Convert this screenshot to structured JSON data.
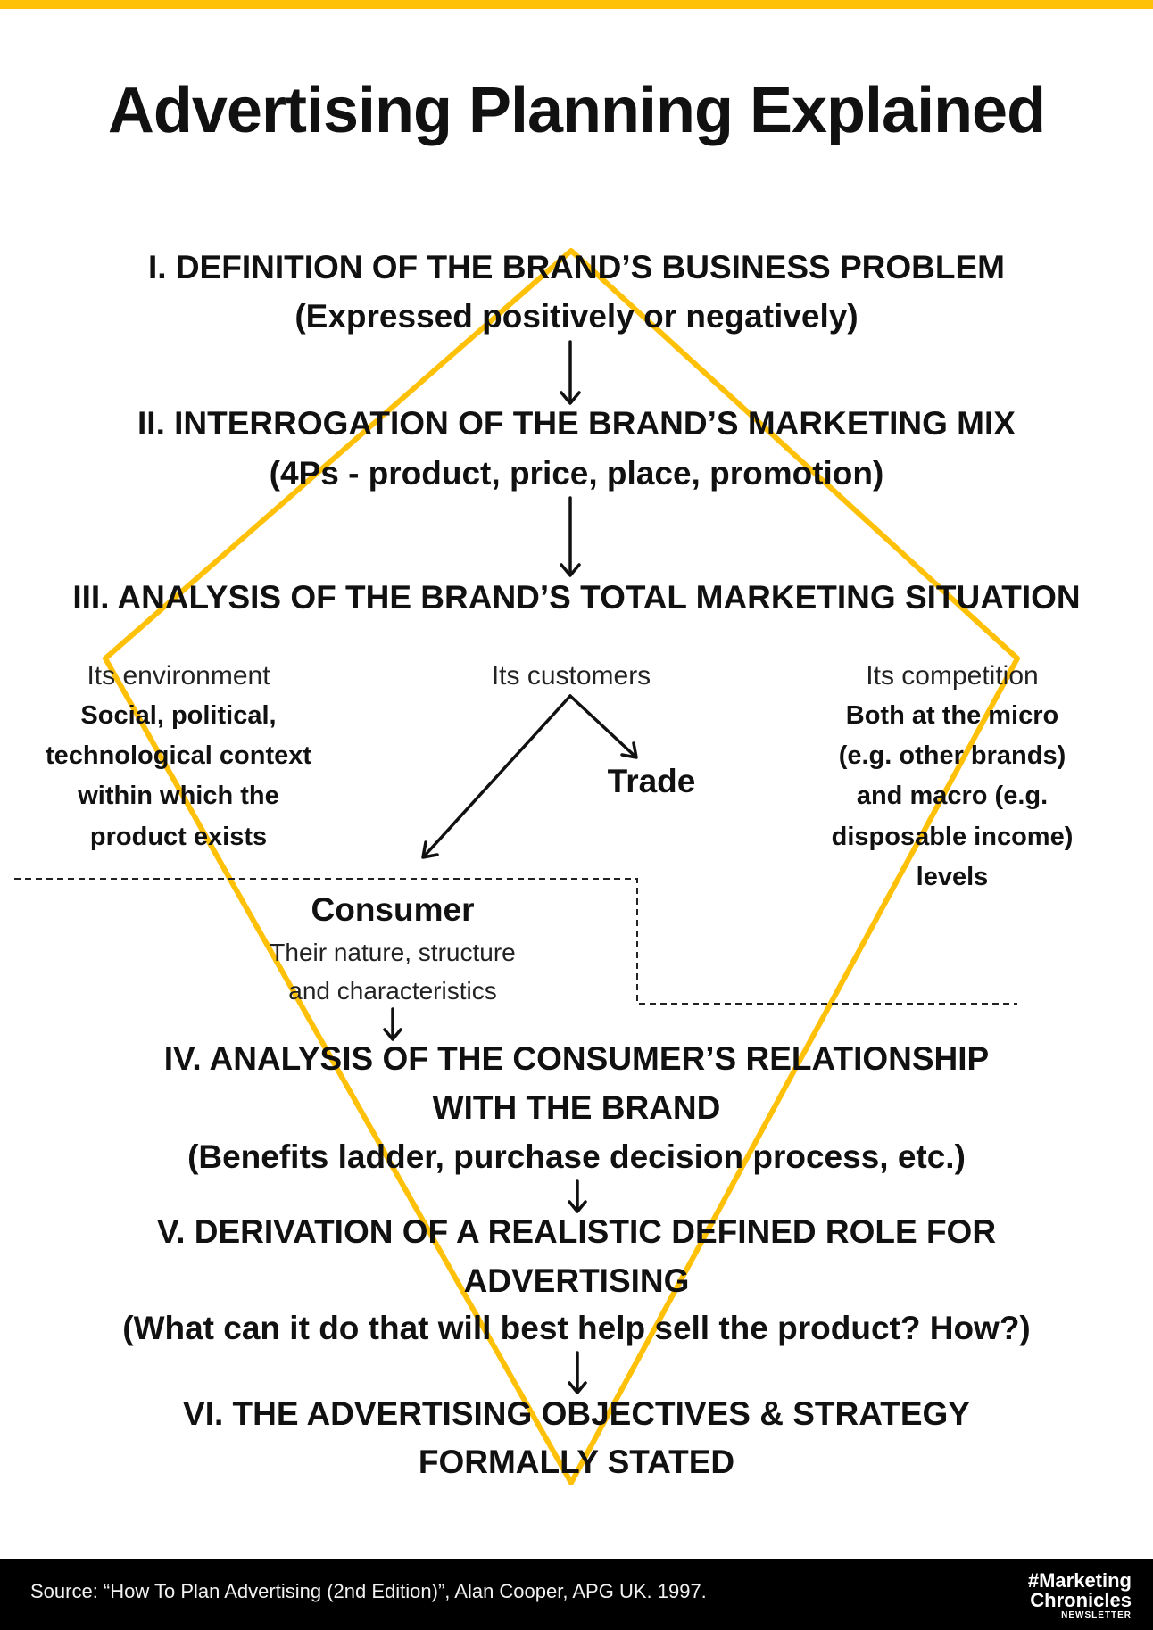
{
  "title": "Advertising Planning Explained",
  "colors": {
    "accent": "#ffc107",
    "text": "#111111",
    "footer_bg": "#000000"
  },
  "steps": {
    "s1_title": "I. DEFINITION OF THE BRAND’S BUSINESS PROBLEM",
    "s1_sub": "(Expressed positively or negatively)",
    "s2_title": "II. INTERROGATION OF THE BRAND’S MARKETING MIX",
    "s2_sub": "(4Ps - product, price, place, promotion)",
    "s3_title": "III. ANALYSIS OF THE BRAND’S TOTAL MARKETING SITUATION",
    "s4_line1": "IV. ANALYSIS OF THE CONSUMER’S RELATIONSHIP",
    "s4_line2": "WITH THE BRAND",
    "s4_sub": "(Benefits ladder, purchase decision process, etc.)",
    "s5_line1": "V. DERIVATION OF A REALISTIC DEFINED ROLE FOR",
    "s5_line2": "ADVERTISING",
    "s5_sub": "(What can it do that will best help sell the product? How?)",
    "s6_line1": "VI. THE ADVERTISING OBJECTIVES & STRATEGY",
    "s6_line2": "FORMALLY STATED"
  },
  "situation": {
    "environment": {
      "label": "Its environment",
      "lines": [
        "Social, political,",
        "technological context",
        "within which the",
        "product exists"
      ]
    },
    "customers": {
      "label": "Its customers",
      "trade": "Trade"
    },
    "competition": {
      "label": "Its competition",
      "lines": [
        "Both at the micro",
        "(e.g. other brands)",
        "and macro (e.g.",
        "disposable income)",
        "levels"
      ]
    }
  },
  "consumer": {
    "title": "Consumer",
    "line1": "Their nature, structure",
    "line2": "and characteristics"
  },
  "footer": {
    "source": "Source: “How To Plan Advertising (2nd Edition)”, Alan Cooper, APG UK. 1997.",
    "logo_line1": "#Marketing",
    "logo_line2": "Chronicles",
    "logo_line3": "NEWSLETTER"
  }
}
